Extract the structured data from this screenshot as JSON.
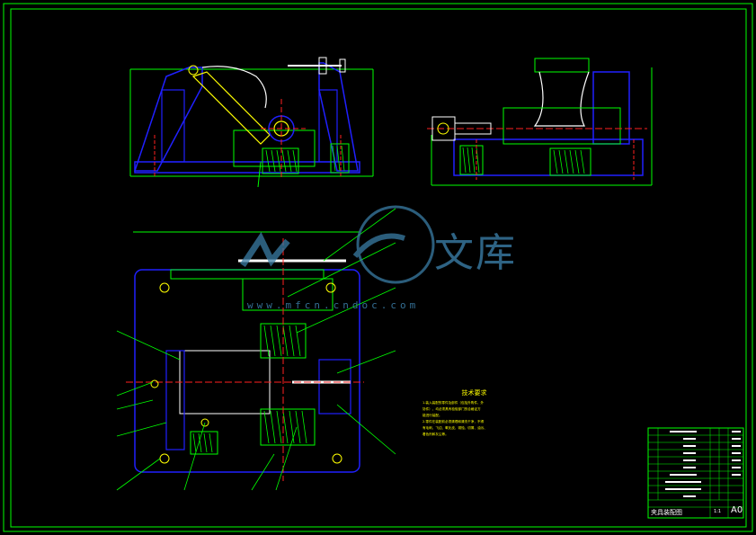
{
  "drawing": {
    "watermark": {
      "brand": "文库",
      "url": "www.mfcn.cndoc.com"
    },
    "tech_requirements": {
      "title": "技术要求",
      "lines": [
        "1.装入装配的零件及部件（包括外购件、外",
        "协件），均必须具有检验部门的合格证方",
        "能进行装配。",
        "2.零件在装配前必须清理和清洗干净，不得",
        "有毛刺、飞边、氧化皮、锈蚀、切屑、油污、",
        "着色剂和灰尘等。"
      ]
    },
    "title_block": {
      "drawing_name": "夹具装配图",
      "sheet_size": "A0",
      "scale": "1:1"
    }
  },
  "colors": {
    "background": "#000000",
    "frame": "#00ff00",
    "outline": "#2020ff",
    "center": "#ff2020",
    "white": "#ffffff",
    "yellow": "#ffff00",
    "cyan": "#00ffff",
    "watermark": "#3a7ca5"
  }
}
